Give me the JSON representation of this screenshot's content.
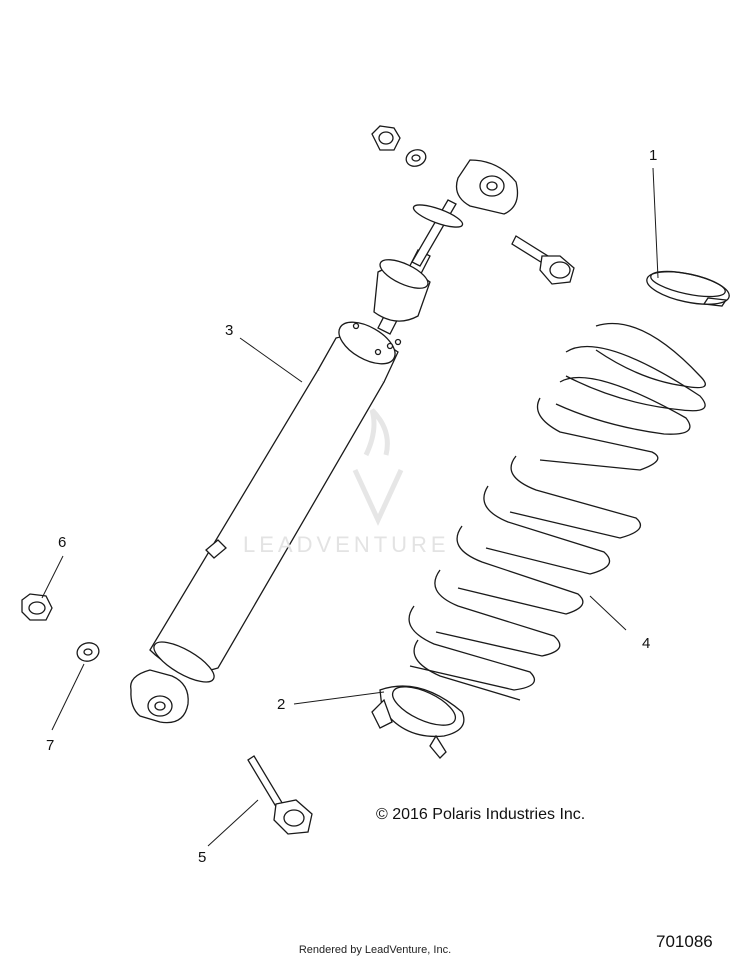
{
  "callouts": {
    "c1": "1",
    "c2": "2",
    "c3": "3",
    "c4": "4",
    "c5": "5",
    "c6": "6",
    "c7": "7"
  },
  "copyright": "© 2016 Polaris Industries Inc.",
  "rendered_by": "Rendered by LeadVenture, Inc.",
  "diagram_number": "701086",
  "watermark": {
    "text": "LEADVENTURE",
    "color": "#e3e3e3"
  },
  "colors": {
    "line": "#1a1a1a",
    "background": "#ffffff"
  }
}
